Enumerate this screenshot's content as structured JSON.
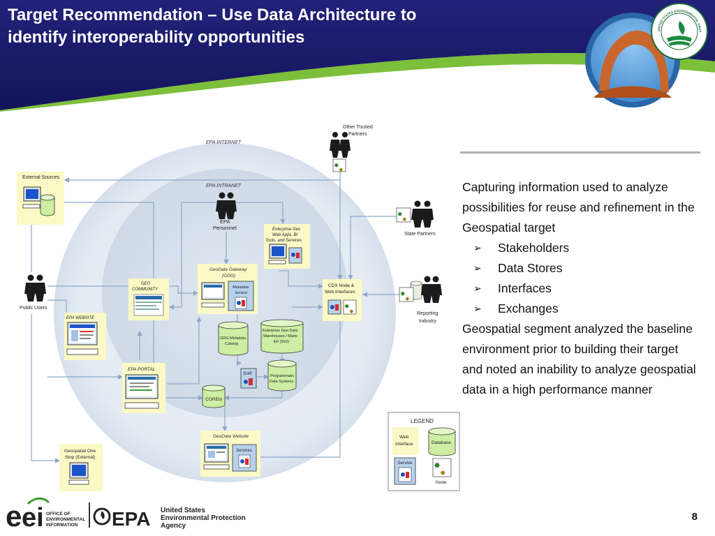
{
  "slide": {
    "title_line1": "Target Recommendation – Use Data Architecture to",
    "title_line2": "identify interoperability opportunities",
    "page_number": "8"
  },
  "colors": {
    "header_navy": "#1a1a6e",
    "header_green": "#7cbf3a",
    "legend_border": "#7f8c8c",
    "box_yellow": "#fbf9c6",
    "service_blue": "#b8d2ec",
    "db_green": "#cdeea3"
  },
  "seal": {
    "text": "UNITED STATES ENVIRONMENTAL PROTECTION AGENCY"
  },
  "diagram": {
    "zones": {
      "internet": "EPA INTERNET",
      "intranet": "EPA INTRANET"
    },
    "actors": {
      "other_trusted": [
        "Other Trusted",
        "Partners"
      ],
      "epa_personnel": [
        "EPA",
        "Personnel"
      ],
      "public_users": "Public Users",
      "state_partners": "State Partners",
      "reporting_industry": [
        "Reporting",
        "Industry"
      ]
    },
    "boxes": {
      "external_sources": "External Sources",
      "enterprise_geo": [
        "Enterprise Geo",
        "Web Apps, BI",
        "Tools, and Services"
      ],
      "geo_community": [
        "GEO",
        "COMMUNITY"
      ],
      "geodata_gateway": [
        "GeoData Gateway",
        "(GDG)"
      ],
      "metadata_service": [
        "Metadata",
        "Service"
      ],
      "cdx_node": [
        "CDX Node &",
        "Web Interfaces"
      ],
      "epa_website": "EPA WEBSITE",
      "epa_portal": "EPA PORTAL",
      "sor": "SoR",
      "geodata_website": "GeoData Website",
      "services": "Services",
      "geospatial_one_stop": [
        "Geospatial One",
        "Stop (External)"
      ]
    },
    "databases": {
      "gdg_metadata": [
        "GDG Metadata",
        "Catalog"
      ],
      "enterprise_warehouses": [
        "Enterprise Geo Data",
        "Warehouses / Marts",
        "EF (IGD)"
      ],
      "programmatic": [
        "Programmatic",
        "Data Systems"
      ],
      "coreid": "COREid"
    },
    "legend": {
      "title": "LEGEND",
      "web_interface": [
        "Web",
        "Interface"
      ],
      "database": "Database",
      "service": "Service",
      "node": "Node"
    }
  },
  "side_text": {
    "intro": "Capturing information used to analyze possibilities for reuse and refinement in the Geospatial target",
    "bullets": [
      "Stakeholders",
      "Data Stores",
      "Interfaces",
      "Exchanges"
    ],
    "conclusion": "Geospatial segment analyzed the baseline environment prior to building their target and noted an inability to analyze geospatial data in a high performance manner"
  },
  "footer": {
    "oei_logo": "ei",
    "oei_text": [
      "OFFICE OF",
      "ENVIRONMENTAL",
      "INFORMATION"
    ],
    "epa_logo": "EPA",
    "epa_text": [
      "United States",
      "Environmental Protection",
      "Agency"
    ]
  }
}
